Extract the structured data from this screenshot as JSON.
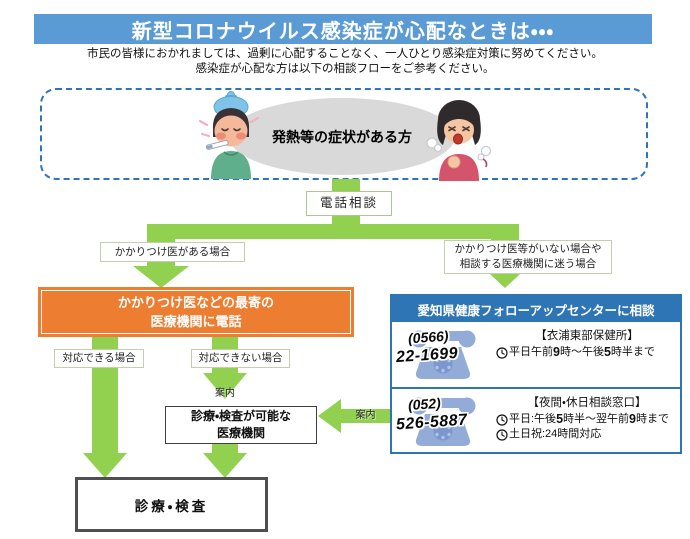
{
  "colors": {
    "banner-blue": "#5B9BD5",
    "deep-blue": "#2E75B6",
    "arrow-green": "#92D050",
    "box-orange": "#ED7D31",
    "ellipse-gray": "#D9D9D9",
    "phone-blue": "#93ACD7",
    "label-border": "#C3CFAF"
  },
  "header": {
    "title": "新型コロナウイルス感染症が心配なときは・・・",
    "subtitle_line1": "市民の皆様におかれましては、過剰に心配することなく、一人ひとり感染症対策に努めてください。",
    "subtitle_line2": "感染症が心配な方は以下の相談フローをご参考ください。"
  },
  "symptom_area": {
    "label": "発熱等の症状がある方"
  },
  "flow": {
    "phone_consult_label": "電話相談",
    "left_branch_label": "かかりつけ医がある場合",
    "right_branch_line1": "かかりつけ医等がいない場合や",
    "right_branch_line2": "相談する医療機関に迷う場合",
    "call_doctor_line1": "かかりつけ医などの最寄の",
    "call_doctor_line2": "医療機関に電話",
    "can_handle_label": "対応できる場合",
    "cannot_handle_label": "対応できない場合",
    "guide_down_label": "案内",
    "guide_left_label": "案内",
    "clinic_line1": "診療・検査が可能な",
    "clinic_line2": "医療機関",
    "final_label": "診療・検査"
  },
  "followup_center": {
    "header": "愛知県健康フォローアップセンターに相談",
    "daytime": {
      "phone_area": "(0566)",
      "phone_num": "22-1699",
      "title": "【衣浦東部保健所】",
      "hours_parts": [
        "平日午前",
        "9",
        "時～午後",
        "5",
        "時半まで"
      ]
    },
    "night": {
      "phone_area": "(052)",
      "phone_num": "526-5887",
      "title": "【夜間・休日相談窓口】",
      "hours1_parts": [
        "平日:午後",
        "5",
        "時半～翌午前",
        "9",
        "時まで"
      ],
      "hours2": "土日祝:24時間対応"
    }
  }
}
